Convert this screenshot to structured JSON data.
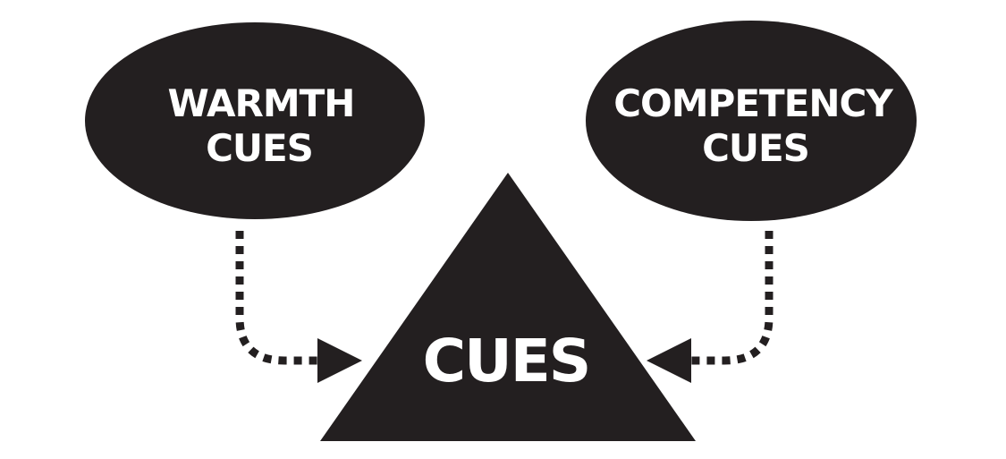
{
  "colors": {
    "background": "#ffffff",
    "shape_fill": "#231f20",
    "text": "#ffffff"
  },
  "warmth": {
    "line1": "WARMTH",
    "line2": "CUES"
  },
  "competency": {
    "line1": "COMPETENCY",
    "line2": "CUES"
  },
  "center": {
    "label": "CUES"
  }
}
